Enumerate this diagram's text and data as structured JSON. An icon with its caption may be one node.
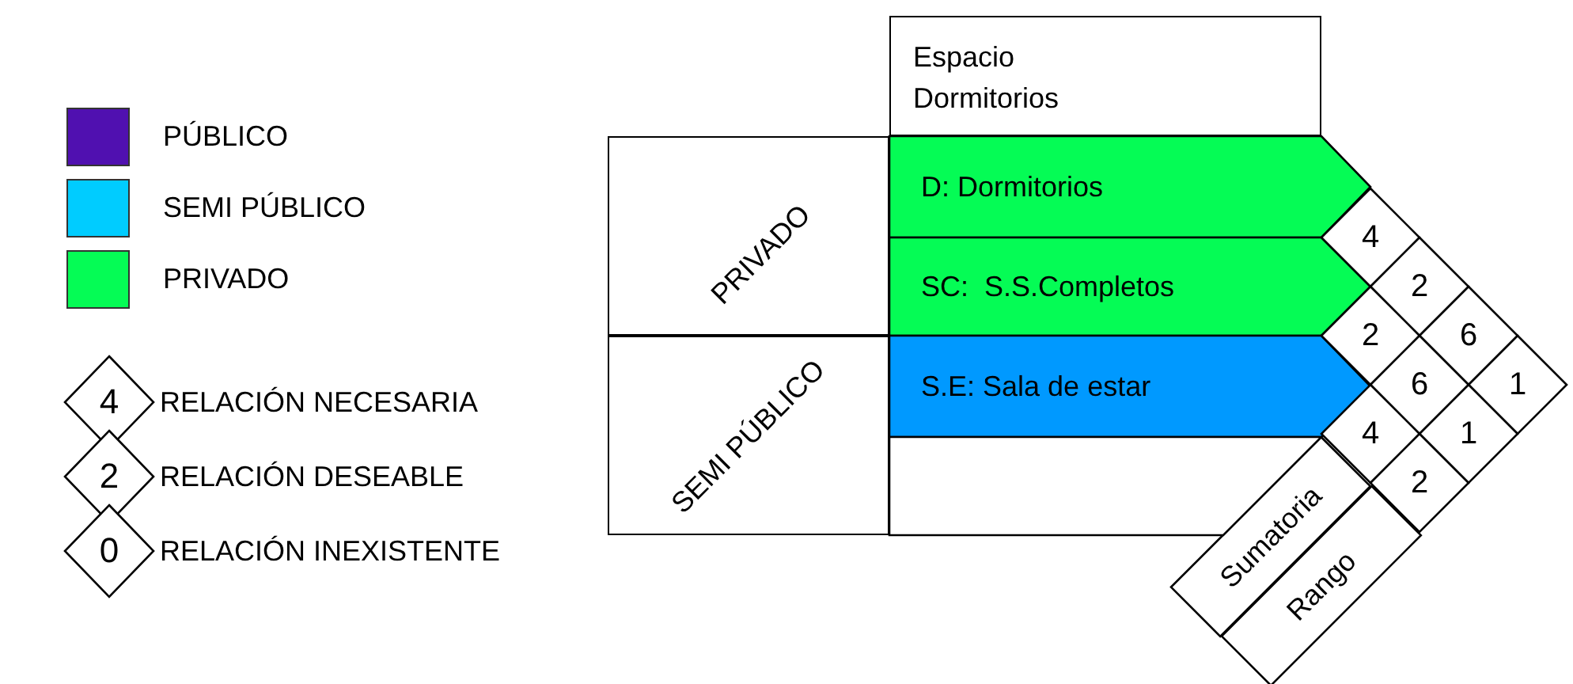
{
  "diagram": {
    "nodes": [
      {
        "text": [
          "Espacio Dormitorios"
        ]
      },
      {
        "text": [
          "PRIVADO"
        ]
      },
      {
        "text": [
          "D: Dormitorios"
        ]
      },
      {
        "text": [
          "SC:  S.S.Completos"
        ]
      },
      {
        "text": [
          "SEMI PÚBLICO"
        ]
      },
      {
        "text": [
          "S.E: Sala de estar"
        ]
      },
      {
        "text": [],
        "shape": "box"
      },
      {
        "text": [
          "4"
        ]
      },
      {
        "text": [
          "2"
        ]
      },
      {
        "text": [
          "2"
        ]
      },
      {
        "text": [
          "6"
        ]
      },
      {
        "text": [
          "6"
        ]
      },
      {
        "text": [
          "1"
        ]
      },
      {
        "text": [
          "4"
        ]
      },
      {
        "text": [
          "1"
        ]
      },
      {
        "text": [
          "2"
        ]
      },
      {
        "text": [
          "Sumatoria"
        ]
      },
      {
        "text": [
          "Rango"
        ]
      }
    ],
    "edges": [],
    "labels": [
      "4",
      "2",
      "0"
    ],
    "legend": [
      {
        "text": "PÚBLICO",
        "color": "#5010b0"
      },
      {
        "text": "SEMI PÚBLICO",
        "color": "#00ccff"
      },
      {
        "text": "PRIVADO",
        "color": "#05fc55"
      },
      {
        "text": "RELACIÓN NECESARIA"
      },
      {
        "text": "RELACIÓN DESEABLE"
      },
      {
        "text": "RELACIÓN INEXISTENTE"
      }
    ]
  }
}
